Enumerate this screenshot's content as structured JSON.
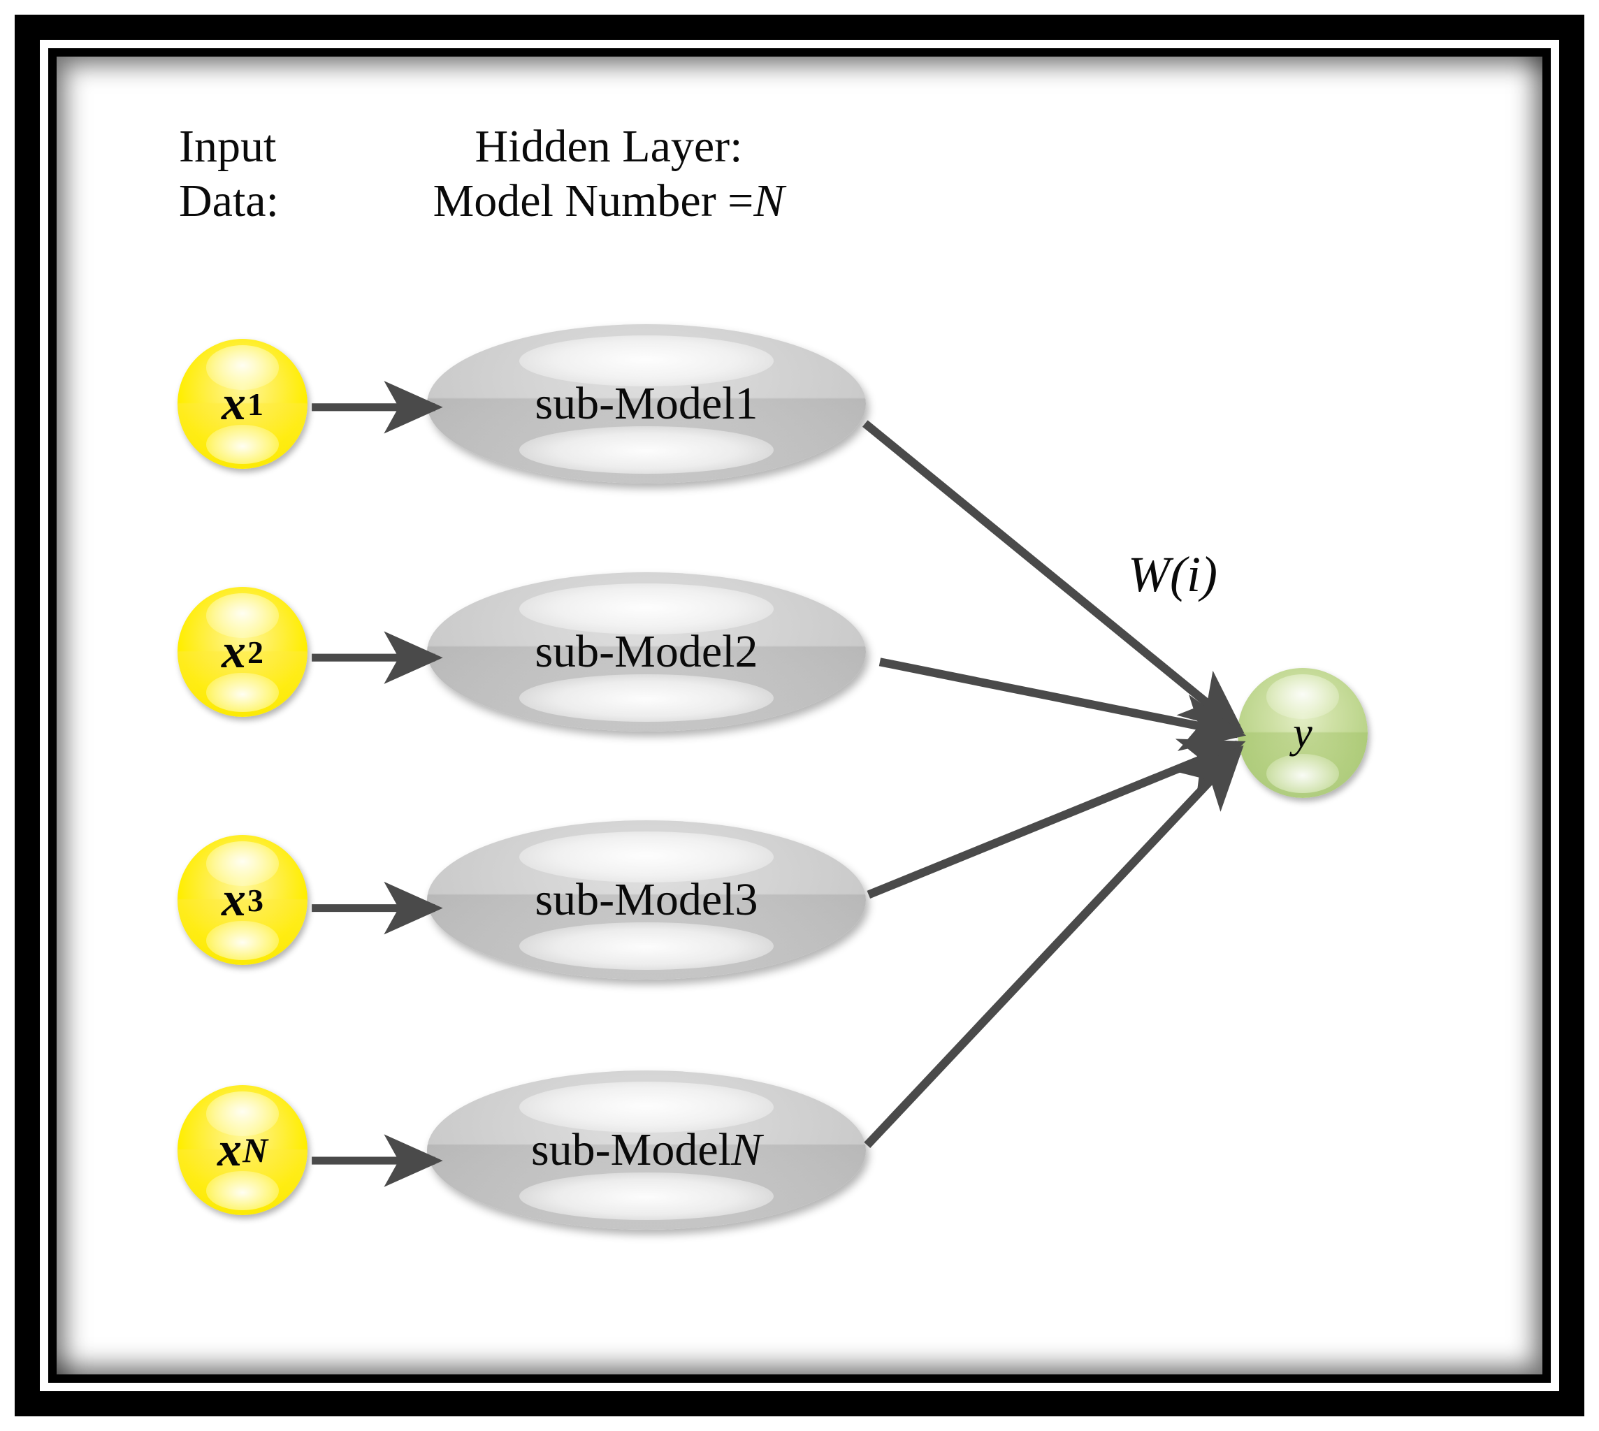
{
  "figure": {
    "title_columns": {
      "input": {
        "line1": "Input",
        "line2": "Data:"
      },
      "hidden": {
        "line1": "Hidden Layer:",
        "line2_prefix": "Model Number =",
        "line2_italic": "N"
      }
    },
    "input_nodes": [
      {
        "symbol": "x",
        "subscript": "1",
        "subscript_italic": false
      },
      {
        "symbol": "x",
        "subscript": "2",
        "subscript_italic": false
      },
      {
        "symbol": "x",
        "subscript": "3",
        "subscript_italic": false
      },
      {
        "symbol": "x",
        "subscript": "N",
        "subscript_italic": true
      }
    ],
    "hidden_nodes": [
      {
        "prefix": "sub-Model ",
        "index": "1",
        "index_italic": false
      },
      {
        "prefix": "sub-Model ",
        "index": "2",
        "index_italic": false
      },
      {
        "prefix": "sub-Model ",
        "index": "3",
        "index_italic": false
      },
      {
        "prefix": "sub-Model ",
        "index": "N",
        "index_italic": true
      }
    ],
    "output_node": {
      "symbol": "y"
    },
    "weight_label": {
      "prefix": "W",
      "open": "(",
      "index": "i",
      "close": ")",
      "full": "W(i)"
    },
    "colors": {
      "input_node": "#ffee00",
      "hidden_node": "#cbcbcb",
      "output_node": "#bcd58c",
      "edge": "#4a4a4a",
      "frame": "#000000",
      "canvas": "#ffffff",
      "text": "#0a0a0a"
    }
  }
}
